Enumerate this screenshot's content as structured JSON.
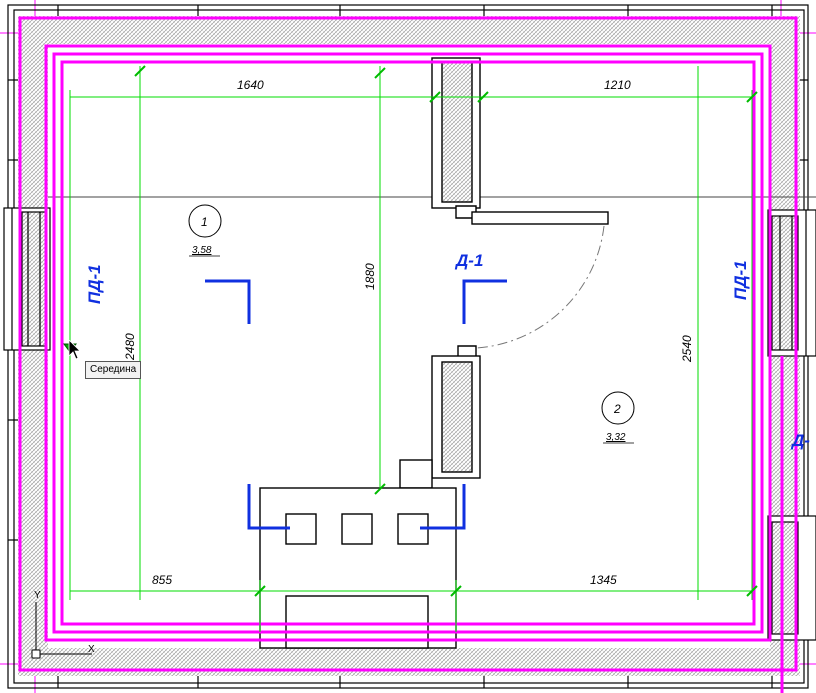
{
  "drawing": {
    "dimensions": {
      "top_left": "1640",
      "top_right": "1210",
      "bottom_left": "855",
      "bottom_right": "1345",
      "left_vertical": "2480",
      "center_vertical": "1880",
      "right_vertical": "2540"
    },
    "rooms": [
      {
        "number": "1",
        "area": "3,58"
      },
      {
        "number": "2",
        "area": "3,32"
      }
    ],
    "labels": {
      "left_door": "ПД-1",
      "center_door": "Д-1",
      "right_door": "ПД-1",
      "far_right_partial": "Д-"
    },
    "snap_tooltip": "Середина",
    "ucs": {
      "y": "Y",
      "x": "X"
    },
    "colors": {
      "highlight": "#ff00ff",
      "dimension": "#00e000",
      "label": "#0000dd",
      "line": "#000000"
    }
  }
}
